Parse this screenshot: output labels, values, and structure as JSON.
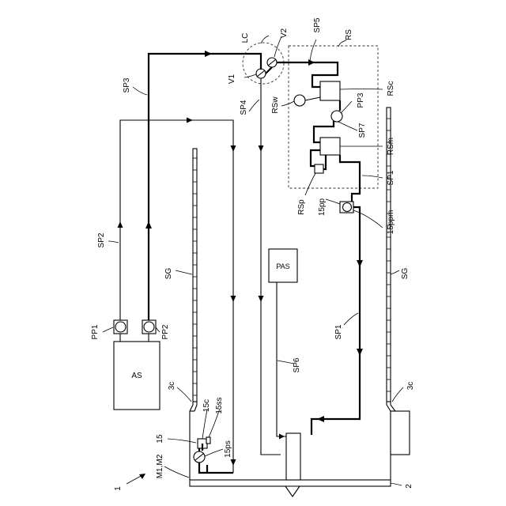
{
  "labels": {
    "lc": "LC",
    "v1": "V1",
    "v2": "V2",
    "sp5": "SP5",
    "rs": "RS",
    "sp3": "SP3",
    "sp4": "SP4",
    "rsw": "RSw",
    "rsc": "RSc",
    "pp3": "PP3",
    "sp7": "SP7",
    "rsm": "RSm",
    "sp1_top": "SP1",
    "rsp": "RSp",
    "15pp": "15pp",
    "15ppm": "15ppm",
    "sp2": "SP2",
    "sg_left": "SG",
    "pas": "PAS",
    "sg_right": "SG",
    "pp1": "PP1",
    "pp2": "PP2",
    "sp1_mid": "SP1",
    "as": "AS",
    "sp6": "SP6",
    "3c_left": "3c",
    "15c": "15c",
    "15ss": "15ss",
    "15": "15",
    "3c_right": "3c",
    "15ps": "15ps",
    "m1m2": "M1,M2",
    "1": "1",
    "2": "2"
  }
}
